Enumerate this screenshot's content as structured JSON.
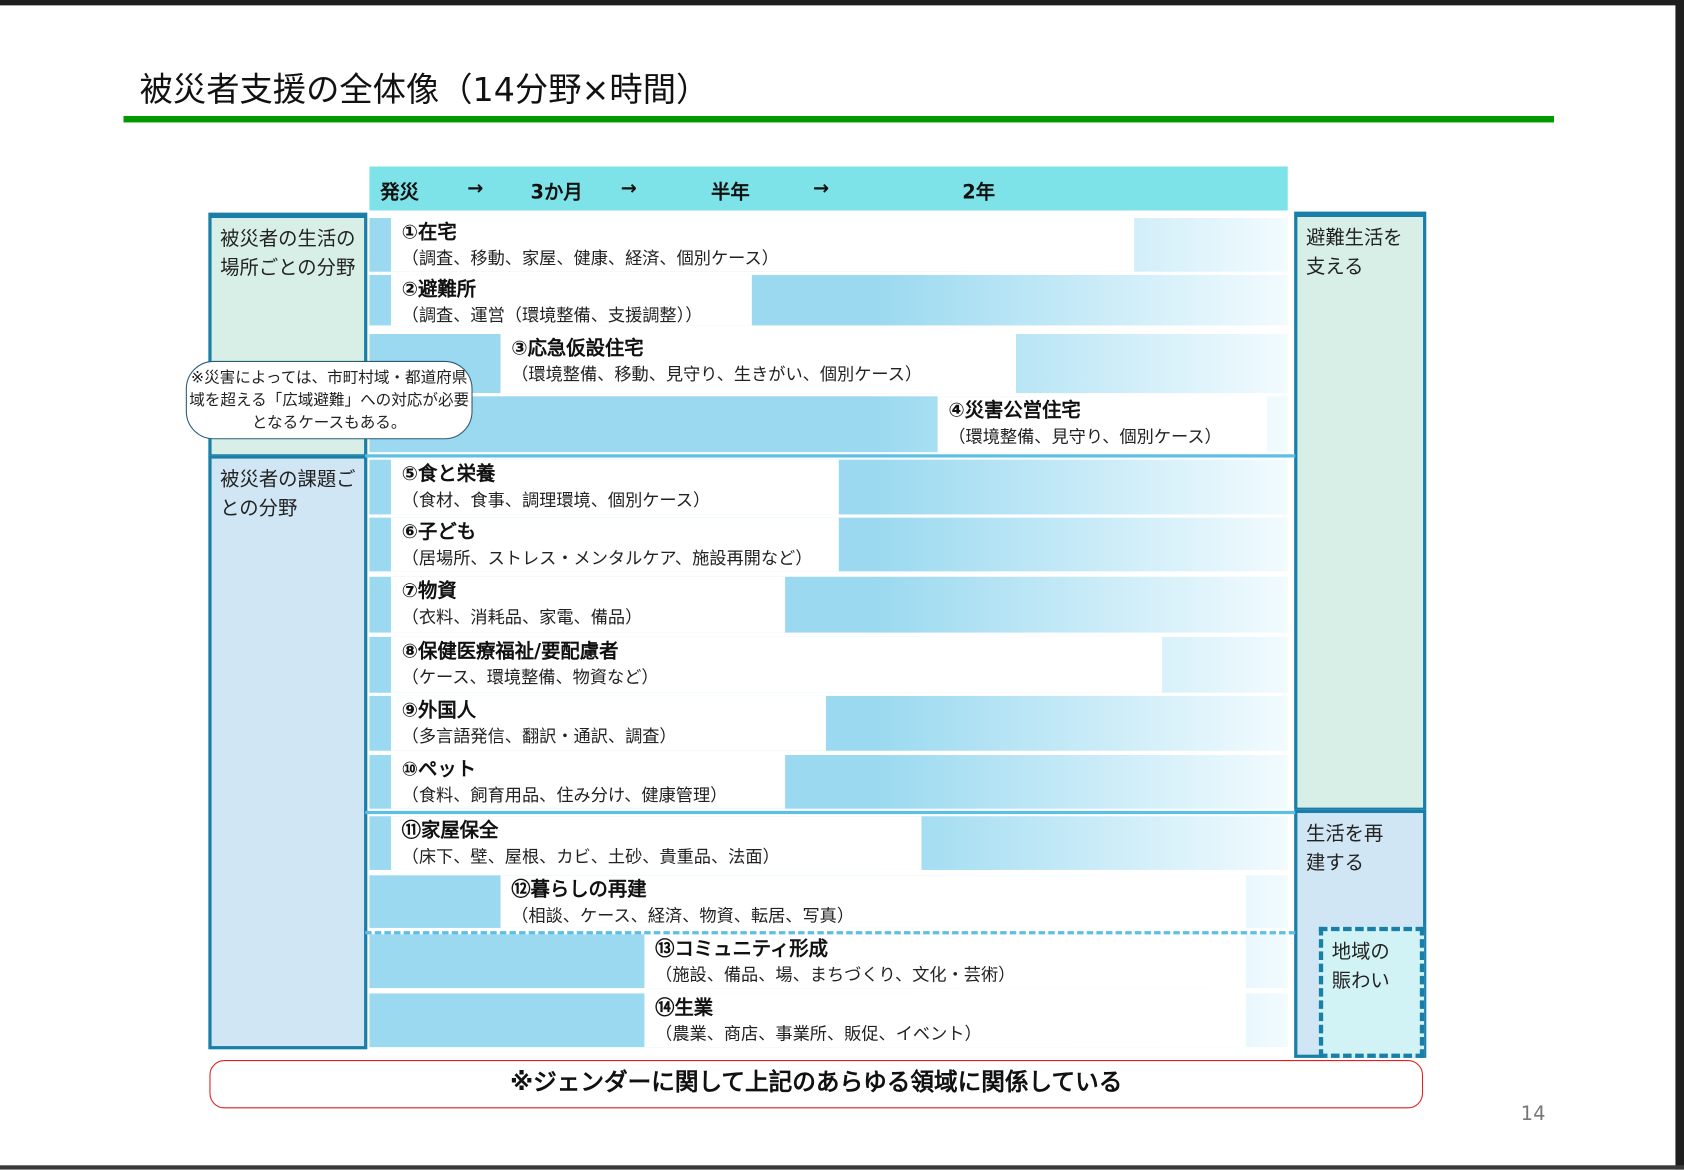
{
  "title": "被災者支援の全体像（14分野×時間）",
  "timeline": {
    "t0": "発災",
    "a1": "→",
    "t1": "3か月",
    "a2": "→",
    "t2": "半年",
    "a3": "→",
    "t3": "2年"
  },
  "left_groups": [
    "被災者の生活の場所ごとの分野",
    "被災者の課題ごとの分野"
  ],
  "right_groups": [
    "避難生活を支える",
    "生活を再建する",
    "地域の賑わい"
  ],
  "callout": "※災害によっては、市町村域・都道府県域を超える「広域避難」への対応が必要となるケースもある。",
  "rows": [
    {
      "title": "①在宅",
      "detail": "（調査、移動、家屋、健康、経済、個別ケース）"
    },
    {
      "title": "②避難所",
      "detail": "（調査、運営（環境整備、支援調整））"
    },
    {
      "title": "③応急仮設住宅",
      "detail": "（環境整備、移動、見守り、生きがい、個別ケース）"
    },
    {
      "title": "④災害公営住宅",
      "detail": "（環境整備、見守り、個別ケース）"
    },
    {
      "title": "⑤食と栄養",
      "detail": "（食材、食事、調理環境、個別ケース）"
    },
    {
      "title": "⑥子ども",
      "detail": "（居場所、ストレス・メンタルケア、施設再開など）"
    },
    {
      "title": "⑦物資",
      "detail": "（衣料、消耗品、家電、備品）"
    },
    {
      "title": "⑧保健医療福祉/要配慮者",
      "detail": "（ケース、環境整備、物資など）"
    },
    {
      "title": "⑨外国人",
      "detail": "（多言語発信、翻訳・通訳、調査）"
    },
    {
      "title": "⑩ペット",
      "detail": "（食料、飼育用品、住み分け、健康管理）"
    },
    {
      "title": "⑪家屋保全",
      "detail": "（床下、壁、屋根、カビ、土砂、貴重品、法面）"
    },
    {
      "title": "⑫暮らしの再建",
      "detail": "（相談、ケース、経済、物資、転居、写真）"
    },
    {
      "title": "⑬コミュニティ形成",
      "detail": "（施設、備品、場、まちづくり、文化・芸術）"
    },
    {
      "title": "⑭生業",
      "detail": "（農業、商店、事業所、販促、イベント）"
    }
  ],
  "footer_note": "※ジェンダーに関して上記のあらゆる領域に関係している",
  "page_number": "14"
}
